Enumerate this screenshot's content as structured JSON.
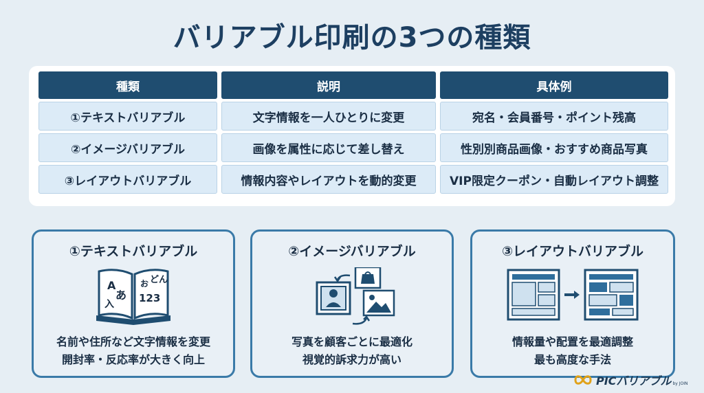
{
  "title": "バリアブル印刷の3つの種類",
  "table": {
    "headers": [
      "種類",
      "説明",
      "具体例"
    ],
    "rows": [
      [
        "①テキストバリアブル",
        "文字情報を一人ひとりに変更",
        "宛名・会員番号・ポイント残高"
      ],
      [
        "②イメージバリアブル",
        "画像を属性に応じて差し替え",
        "性別別商品画像・おすすめ商品写真"
      ],
      [
        "③レイアウトバリアブル",
        "情報内容やレイアウトを動的変更",
        "VIP限定クーポン・自動レイアウト調整"
      ]
    ]
  },
  "cards": [
    {
      "title": "①テキストバリアブル",
      "desc": [
        "名前や住所など文字情報を変更",
        "開封率・反応率が大きく向上"
      ],
      "icon": "open-book-icon",
      "book_text": {
        "a": "A",
        "ah": "あ",
        "ju": "入",
        "o": "お",
        "don": "どん",
        "num": "123"
      }
    },
    {
      "title": "②イメージバリアブル",
      "desc": [
        "写真を顧客ごとに最適化",
        "視覚的訴求力が高い"
      ],
      "icon": "image-swap-icon"
    },
    {
      "title": "③レイアウトバリアブル",
      "desc": [
        "情報量や配置を最適調整",
        "最も高度な手法"
      ],
      "icon": "layout-change-icon"
    }
  ],
  "logo": {
    "text": "PICバリアブル",
    "sub": "by JOIN"
  },
  "colors": {
    "header": "#1f4d70",
    "cell": "#dcebf7",
    "accent": "#3a7aa8",
    "background": "#e6eef4"
  }
}
